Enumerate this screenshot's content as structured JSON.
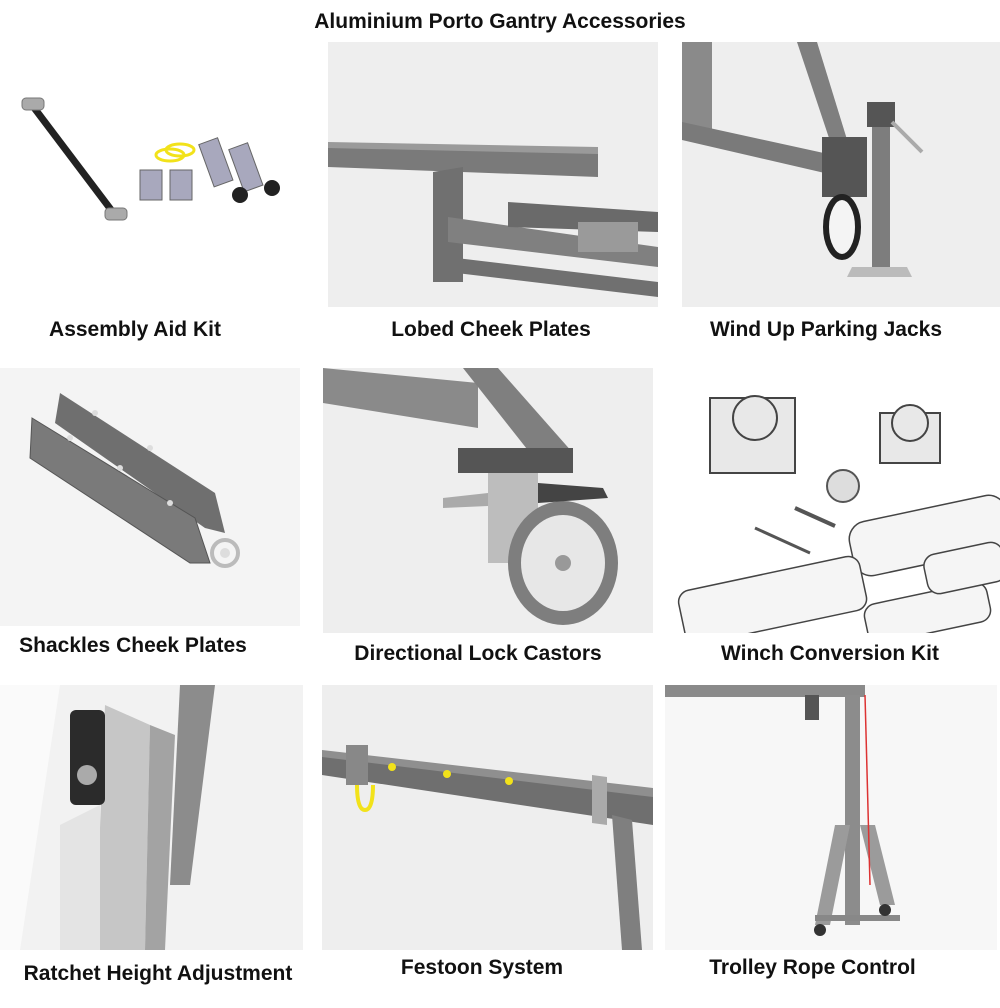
{
  "title": "Aluminium Porto Gantry Accessories",
  "items": [
    {
      "label": "Assembly Aid Kit"
    },
    {
      "label": "Lobed Cheek Plates"
    },
    {
      "label": "Wind Up Parking Jacks"
    },
    {
      "label": "Shackles Cheek Plates"
    },
    {
      "label": "Directional Lock Castors"
    },
    {
      "label": "Winch Conversion Kit"
    },
    {
      "label": "Ratchet Height Adjustment"
    },
    {
      "label": "Festoon System"
    },
    {
      "label": "Trolley Rope Control"
    }
  ],
  "colors": {
    "background": "#ffffff",
    "photo_bg": "#eeeeee",
    "steel": "#7a7a7a",
    "steel_dark": "#555555",
    "aluminium": "#c8c8c8",
    "yellow": "#f2e21a"
  },
  "icons": [
    "strap-icon",
    "ratchet-icon",
    "castor-icon",
    "jack-icon",
    "winch-icon",
    "cheek-plate-icon",
    "gantry-icon",
    "festoon-clamp-icon"
  ]
}
